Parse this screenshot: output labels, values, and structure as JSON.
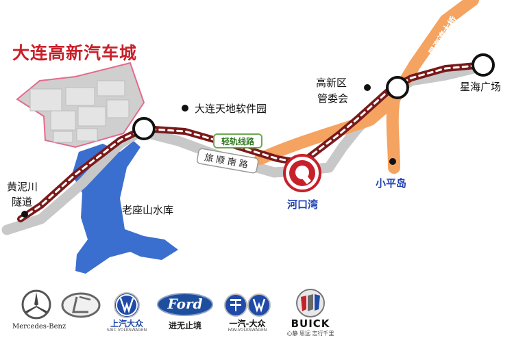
{
  "title": "大连高新汽车城",
  "labels": {
    "huangnichuan": "黄泥川",
    "suidao": "隧道",
    "laozuoshan": "老座山水库",
    "ruanjianyuan": "大连天地软件园",
    "gaoxinqu": "高新区",
    "guanweihui": "管委会",
    "xinghai": "星海广场",
    "xiaopingdao": "小平岛",
    "hekouwan": "河口湾",
    "qinggui": "轻轨线路",
    "lvshun_road": "旅顺南路",
    "bridge": "星海湾大桥"
  },
  "colors": {
    "title": "#c8202a",
    "rail": "#7a1a1a",
    "road": "#c8c8c8",
    "route": "#f5a360",
    "water": "#3b6fcf",
    "station": "#c8202a",
    "blue_label": "#1f3fb3",
    "green_badge": "#6aa84f"
  },
  "icons": [
    "car-city-icon",
    "station-marker-icon",
    "poi-dot-icon",
    "rail-station-icon"
  ],
  "logos": [
    {
      "name": "mercedes",
      "caption": "Mercedes-Benz"
    },
    {
      "name": "lexus",
      "caption": ""
    },
    {
      "name": "saic-vw",
      "caption": "上汽大众",
      "subcaption": "SAIC VOLKSWAGEN"
    },
    {
      "name": "ford",
      "caption": "进无止境",
      "badge": "Ford"
    },
    {
      "name": "faw-vw",
      "caption": "一汽-大众",
      "subcaption": "FAW-VOLKSWAGEN"
    },
    {
      "name": "buick",
      "caption": "BUICK",
      "subcaption": "心静 思远 志行千里"
    }
  ]
}
